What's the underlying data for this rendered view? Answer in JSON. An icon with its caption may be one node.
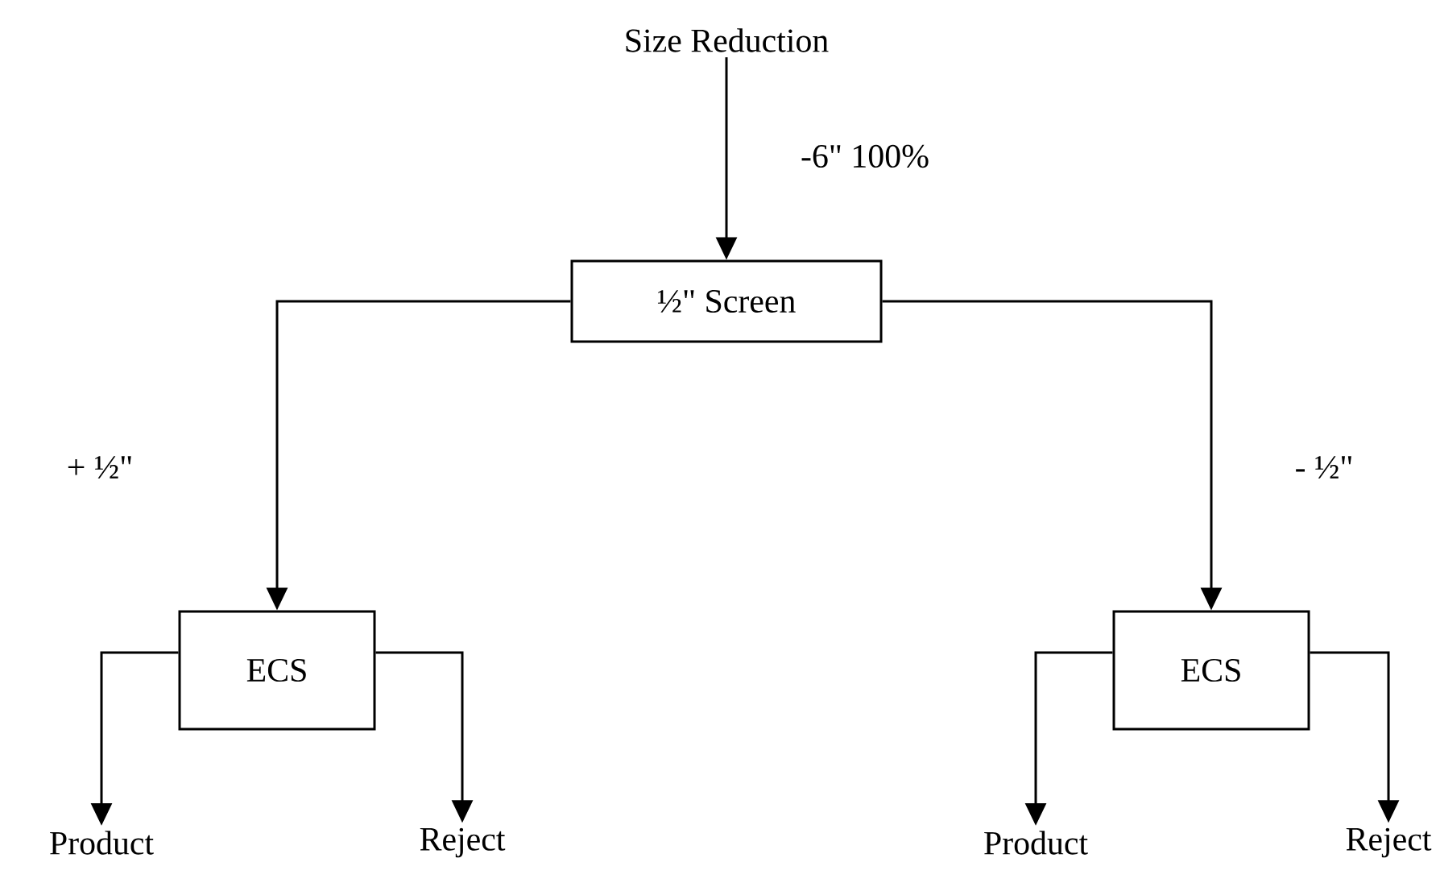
{
  "diagram": {
    "nodes": [
      {
        "text": [
          "Size Reduction"
        ]
      },
      {
        "text": [
          "½\" Screen"
        ]
      },
      {
        "text": [
          "ECS"
        ]
      },
      {
        "text": [
          "ECS"
        ]
      },
      {
        "text": [
          "Product"
        ]
      },
      {
        "text": [
          "Reject"
        ]
      },
      {
        "text": [
          "Product"
        ]
      },
      {
        "text": [
          "Reject"
        ]
      }
    ],
    "edges": [
      {
        "from": 0,
        "to": 1,
        "arrow": "to",
        "label": "-6\" 100%"
      },
      {
        "from": 1,
        "to": 2,
        "arrow": "to",
        "label": "+ ½\""
      },
      {
        "from": 1,
        "to": 3,
        "arrow": "to",
        "label": "- ½\""
      },
      {
        "from": 2,
        "to": 4,
        "arrow": "to"
      },
      {
        "from": 2,
        "to": 5,
        "arrow": "to"
      },
      {
        "from": 3,
        "to": 6,
        "arrow": "to"
      },
      {
        "from": 3,
        "to": 7,
        "arrow": "to"
      }
    ]
  }
}
